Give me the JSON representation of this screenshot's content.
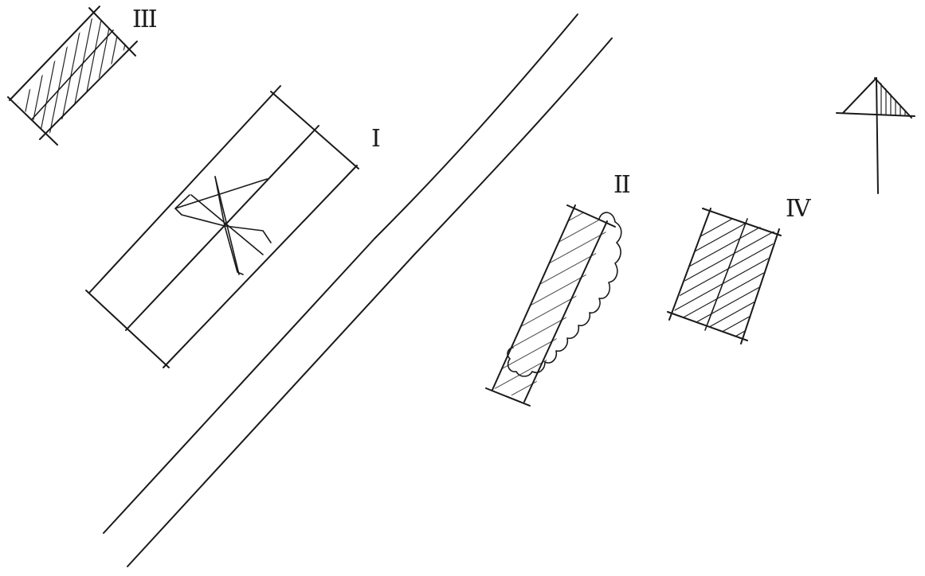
{
  "labels": {
    "building_1": "I",
    "building_2": "II",
    "building_3": "III",
    "building_4": "IV"
  }
}
